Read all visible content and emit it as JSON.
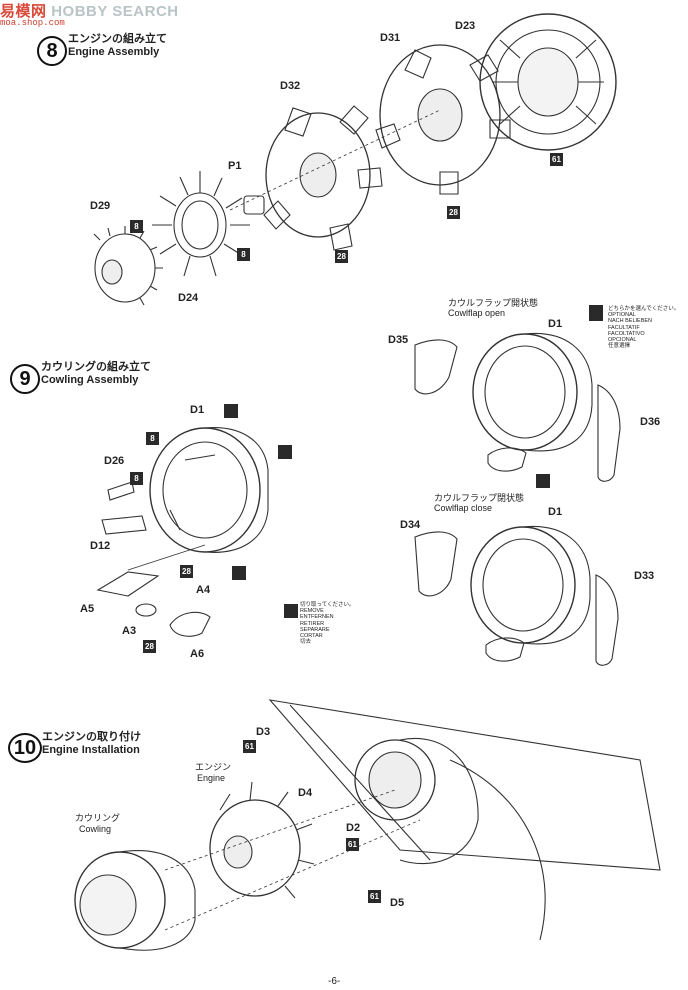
{
  "watermark": {
    "brand_a": "易",
    "brand_b": "模网",
    "brand_c": "HOBBY SEARCH",
    "url": "moa.shop.com"
  },
  "steps": [
    {
      "num": "8",
      "jp": "エンジンの組み立て",
      "en": "Engine Assembly"
    },
    {
      "num": "9",
      "jp": "カウリングの組み立て",
      "en": "Cowling Assembly"
    },
    {
      "num": "10",
      "jp": "エンジンの取り付け",
      "en": "Engine Installation"
    }
  ],
  "step8_parts": {
    "d23": "D23",
    "d31": "D31",
    "d32": "D32",
    "p1": "P1",
    "d29": "D29",
    "d24": "D24"
  },
  "step8_tags": {
    "t61": "61",
    "t28a": "28",
    "t28b": "28",
    "t8a": "8",
    "t8b": "8"
  },
  "step9_parts": {
    "d1": "D1",
    "d26": "D26",
    "d12": "D12",
    "a4": "A4",
    "a5": "A5",
    "a3": "A3",
    "a6": "A6"
  },
  "step9_tags": {
    "t8a": "8",
    "t8b": "8",
    "t28a": "28",
    "t28b": "28"
  },
  "flap_open": {
    "jp": "カウルフラップ開状態",
    "en": "Cowlflap open",
    "d1": "D1",
    "d35": "D35",
    "d36": "D36"
  },
  "flap_close": {
    "jp": "カウルフラップ閉状態",
    "en": "Cowlflap close",
    "d1": "D1",
    "d34": "D34",
    "d33": "D33"
  },
  "optional_note": "どちらかを選んでください。\nOPTIONAL\nNACH BELIEBEN\nFACULTATIF\nFACOLTATIVO\nOPCIONAL\n任意選擇",
  "remove_note": "切り取ってください。\nREMOVE\nENTFERNEN\nRETIRER\nSEPARARE\nCORTAR\n切去",
  "step10_labels": {
    "engine_jp": "エンジン",
    "engine_en": "Engine",
    "cowling_jp": "カウリング",
    "cowling_en": "Cowling",
    "d3": "D3",
    "d4": "D4",
    "d2": "D2",
    "d5": "D5"
  },
  "step10_tags": {
    "t61a": "61",
    "t61b": "61",
    "t61c": "61"
  },
  "page_number": "-6-"
}
